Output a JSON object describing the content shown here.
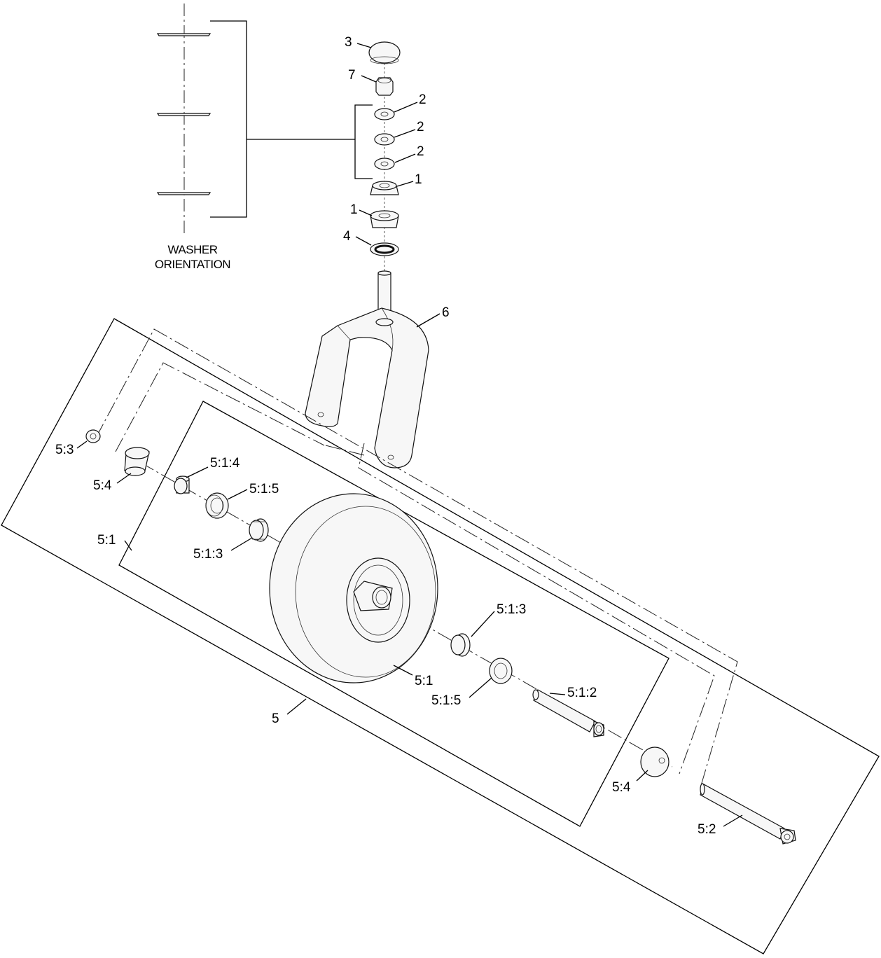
{
  "washer_orientation": {
    "line1": "WASHER",
    "line2": "ORIENTATION"
  },
  "callouts": {
    "c3": "3",
    "c7": "7",
    "c2a": "2",
    "c2b": "2",
    "c2c": "2",
    "c1a": "1",
    "c1b": "1",
    "c4": "4",
    "c6": "6",
    "c53": "5:3",
    "c54a": "5:4",
    "c514": "5:1:4",
    "c515a": "5:1:5",
    "c51a": "5:1",
    "c513a": "5:1:3",
    "c513b": "5:1:3",
    "c51b": "5:1",
    "c515b": "5:1:5",
    "c512": "5:1:2",
    "c5": "5",
    "c54b": "5:4",
    "c52": "5:2"
  }
}
